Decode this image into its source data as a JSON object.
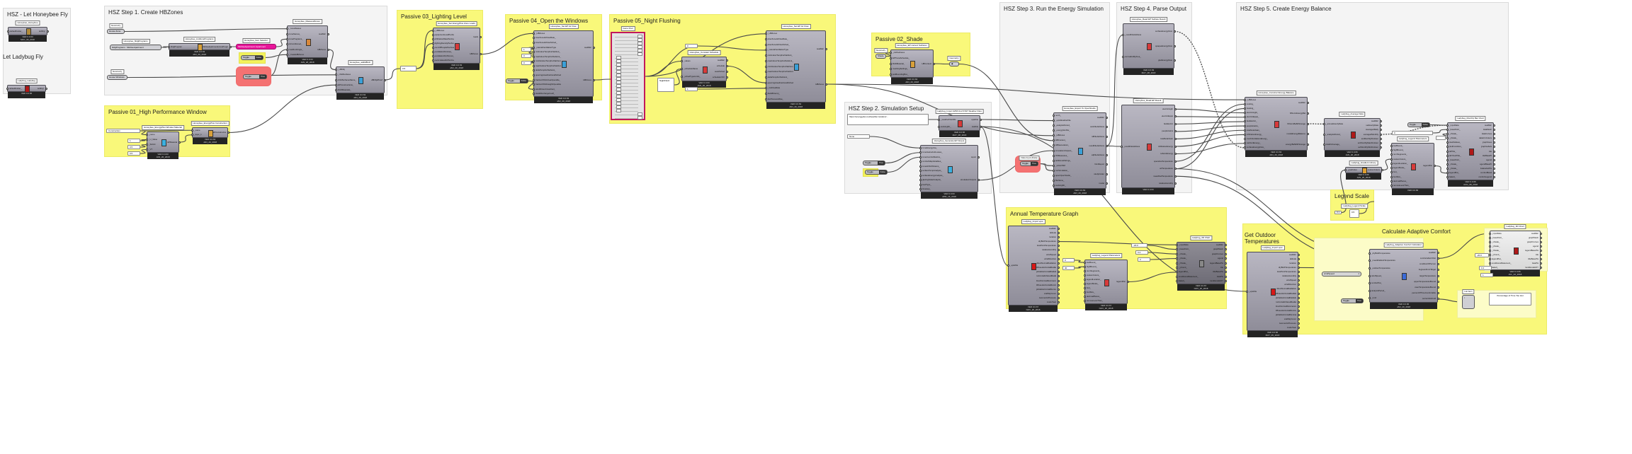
{
  "groups": [
    {
      "title": "HSZ - Let Honeybee Fly",
      "style": "grey"
    },
    {
      "title": "Let Ladybug Fly",
      "style": "none"
    },
    {
      "title": "HSZ Step 1. Create HBZones",
      "style": "grey"
    },
    {
      "title": "Passive 01_High Performance Window",
      "style": "yellow"
    },
    {
      "title": "Passive 03_Lighting Level",
      "style": "yellow"
    },
    {
      "title": "Passive 04_Open the Windows",
      "style": "yellow"
    },
    {
      "title": "Passive 05_Night Flushing",
      "style": "yellow"
    },
    {
      "title": "Passive 02_Shade",
      "style": "yellow"
    },
    {
      "title": "HSZ Step 2. Simulation Setup",
      "style": "grey"
    },
    {
      "title": "HSZ Step 3. Run the Energy Simulation",
      "style": "grey"
    },
    {
      "title": "HSZ Step 4. Parse Output",
      "style": "grey"
    },
    {
      "title": "HSZ Step 5. Create Energy Balance",
      "style": "grey"
    },
    {
      "title": "Legend Scale",
      "style": "yellow"
    },
    {
      "title": "Annual Temperature Graph",
      "style": "yellow"
    },
    {
      "title": "Calculate Adaptive Comfort",
      "style": "yellow"
    },
    {
      "title": "Get Outdoor Temperatures",
      "style": "none"
    }
  ],
  "components": [
    {
      "name": "Honeybee_Honeybee",
      "inputs": [
        "defaultFolder_"
      ],
      "outputs": [
        "letItFly!"
      ],
      "footer": [
        "VER 0.0.63",
        "MAY_30_2018"
      ],
      "icon_color": "#b08a3a"
    },
    {
      "name": "Ladybug_Ladybug",
      "inputs": [
        "defaultFolder_"
      ],
      "outputs": [
        "letItFly!"
      ],
      "footer": [
        "VER 0.0.66"
      ],
      "icon_color": "#b01818"
    },
    {
      "name": "Honeybee_Masses2Zones",
      "inputs": [
        "_zoneMasses",
        "zoneNames_",
        "zonePrograms_",
        "isConditioned_",
        "maxRoofAngle_",
        "_createHBZones"
      ],
      "outputs": [
        "readMe!",
        "HBZones"
      ],
      "footer": [
        "VER 0.0.63",
        "JAN_20_2018"
      ],
      "icon_color": "#d8883a"
    },
    {
      "name": "Honeybee_addHBGlz",
      "inputs": [
        "_HBObj",
        "_childSurfaces",
        "childSurfacesName_",
        "EPConstructions_",
        "RADMaterials_"
      ],
      "outputs": [
        "HBObjWGLZ"
      ],
      "footer": [
        "VER 0.0.63",
        "JAN_20_2018"
      ],
      "icon_color": "#3aa0d8"
    },
    {
      "name": "Honeybee_ListZonePrograms",
      "inputs": [
        "bldgProgram"
      ],
      "outputs": [
        "MidriseApartment(zonePrograms)"
      ],
      "footer": [
        "VER 0.0.63",
        "JAN_20_2018"
      ],
      "icon_color": "#d8a03a"
    },
    {
      "name": "Honeybee_EnergyPlus Window Material",
      "inputs": [
        "_name",
        "_U_Value",
        "_SHGC",
        "_VT"
      ],
      "outputs": [
        "EPMaterial"
      ],
      "footer": [
        "VER 0.0.63",
        "JAN_20_2018"
      ],
      "icon_color": "#3ab0e0"
    },
    {
      "name": "Honeybee_EnergyPlus Construction",
      "inputs": [
        "_name",
        "_layer_1"
      ],
      "outputs": [
        "EPConstruction"
      ],
      "footer": [
        "VER 0.0.63",
        "JAN_20_2018"
      ],
      "icon_color": "#d8a03a"
    },
    {
      "name": "Honeybee_Set EnergyPlus Zone Loads",
      "inputs": [
        "_HBZones",
        "equipmentLoadPerArea_",
        "infiltrationRatePerArea_",
        "lightingDensityPerArea_",
        "numOfPeoplePerArea_",
        "ventilationPerArea_",
        "ventilationPerPerson_",
        "recirculatedAirPerArea_"
      ],
      "outputs": [
        "loads",
        "HBZones"
      ],
      "footer": [
        "VER 0.0.63",
        "JAN_20_2018"
      ],
      "icon_color": "#d83a3a"
    },
    {
      "name": "Honeybee_Set EP Air Flow",
      "inputs": [
        "_HBZones",
        "interZoneAirFlowRate_",
        "interZoneAirFlowSched_",
        "_naturalVentilationType",
        "minIndoorTempForNatVent_",
        "maxIndoorTempForNatVent_",
        "minOutdoorTempForNatVent_",
        "maxOutdoorTempForNatVent_",
        "deltaTempForNatVent_",
        "openingAreaFractionalSched_",
        "fractionOfGlzAreaOperable_",
        "fractionOfGlzHeightOperable_",
        "windDrivenCrossVent_",
        "stackDischargeCoeff_"
      ],
      "outputs": [
        "readMe!",
        "HBZones"
      ],
      "footer": [
        "VER 0.0.63",
        "JAN_20_2018"
      ],
      "icon_color": "#3aa0d8"
    },
    {
      "name": "Honeybee_Constant Schedule",
      "inputs": [
        "_values",
        "_scheduleName",
        "_schedTypeLimits_"
      ],
      "outputs": [
        "readMe!",
        "schedule",
        "weekSched",
        "scheduleCSV"
      ],
      "footer": [
        "VER 0.0.63",
        "JAN_20_2018"
      ],
      "icon_color": "#d83a3a"
    },
    {
      "name": "Honeybee_Set EP Air Flow",
      "inputs": [
        "_HBZones",
        "interZoneAirFlowRate_",
        "interZoneAirFlowSched_",
        "_naturalVentilationType",
        "minIndoorTempForNatVent_",
        "maxIndoorTempForNatVent_",
        "minOutdoorTempForNatVent_",
        "maxOutdoorTempForNatVent_",
        "deltaTempForNatVent_",
        "openingAreaFractionalSched_",
        "_fanFlowRate",
        "fanEfficiency_",
        "fanPressureRise_"
      ],
      "outputs": [
        "readMe!",
        "HBZones"
      ],
      "footer": [
        "VER 0.0.63",
        "JAN_20_2018"
      ],
      "icon_color": "#3aa0d8"
    },
    {
      "name": "Honeybee_EP context Surfaces",
      "inputs": [
        "_shdSurfaces",
        "EPTransSchedule_",
        "RADMaterial_",
        "meshingSettings_",
        "justBoundingBox_"
      ],
      "outputs": [
        "HBContext"
      ],
      "footer": [
        "VER 0.0.63",
        "JAN_20_2018"
      ],
      "icon_color": "#d8a03a"
    },
    {
      "name": "Ladybug_Import EPW And STAT Weather Files",
      "inputs": [
        "_weatherFileURL",
        "workingDir_"
      ],
      "outputs": [
        "epwFile",
        "statFile"
      ],
      "footer": [
        "VER 0.0.66",
        "MAY_08_2018"
      ],
      "icon_color": "#d83a3a"
    },
    {
      "name": "Honeybee_Generate EP Output",
      "inputs": [
        "zoneEnergyUse_",
        "zoneGainsAndLosses_",
        "zoneComfortMetrics_",
        "comfortMapVariables_",
        "zoneHVACParams_",
        "surfaceTempAnalysis_",
        "surfaceEnergyAnalysis_",
        "glazingSolarAnalysis_",
        "loadType_",
        "timestep_"
      ],
      "outputs": [
        "report",
        "simulationOutputs"
      ],
      "footer": [
        "VER 0.0.63",
        "APR_16_2018"
      ],
      "icon_color": "#3ab0e0"
    },
    {
      "name": "Honeybee_Export To OpenStudio",
      "inputs": [
        "north_",
        "_epwWeatherFile",
        "_analysisPeriod_",
        "_energySimPar_",
        "_HBZones",
        "HBContext_",
        "HBGenerators_",
        "simulationOutputs_",
        "OSMeasures_",
        "additionalStrings_",
        "_writeOSM",
        "runSimulation_",
        "openOpenStudio_",
        "fileName_",
        "workingDir_"
      ],
      "outputs": [
        "readMe!",
        "osmFileAddress",
        "idfFileAddress",
        "resultFileAddress",
        "sqlFileAddress",
        "htmlReport",
        "studyFolder",
        "model"
      ],
      "footer": [
        "VER 0.0.63",
        "JAN_20_2018"
      ],
      "icon_color": "#3aa0d8"
    },
    {
      "name": "Honeybee_Read EP Surface Result",
      "inputs": [
        "_resultFileAddress",
        "normalizeByArea_"
      ],
      "outputs": [
        "surfaceEnergyFlow",
        "opaqueEnergyFlow",
        "glazEnergyFlow"
      ],
      "footer": [
        "VER 0.0.63",
        "MAY_08_2018"
      ],
      "icon_color": "#d83a3a"
    },
    {
      "name": "Honeybee_Read EP Result",
      "inputs": [
        "_resultFileAddress"
      ],
      "outputs": [
        "electricLight",
        "electricEquip",
        "fanElectric",
        "peopleGains",
        "totalSolarGain",
        "infiltrationEnergy",
        "natVentEnergy",
        "operativeTemperature",
        "airTemperature",
        "meanRadTemperature",
        "relativeHumidity"
      ],
      "footer": [
        "VER 0.0.63"
      ],
      "icon_color": "#d83a3a"
    },
    {
      "name": "Honeybee_Construct Energy Balance",
      "inputs": [
        "_HBZones",
        "cooling_",
        "heating_",
        "electricLight_",
        "electricEquip_",
        "fanElectric_",
        "peopleGains_",
        "totalSolarGain_",
        "infiltrationEnergy_",
        "mechVentilationEnergy_",
        "natVentEnergy_",
        "surfaceEnergyFlow_"
      ],
      "outputs": [
        "readMe!",
        "flrNormEnergyBal",
        "flrNormBalWStorage",
        "modelEnergyBalance",
        "energyBalWithStorage"
      ],
      "footer": [
        "VER 0.0.63",
        "JAN_20_2018"
      ],
      "icon_color": "#d83a3a"
    },
    {
      "name": "Ladybug_Average Data",
      "inputs": [
        "_annualHourlyData",
        "_analysisPeriod_",
        "totalOrAverage_"
      ],
      "outputs": [
        "readMe!",
        "selHourlyData",
        "averagedDaily",
        "averagedMonthly",
        "avrMonthlyPerHour",
        "avrMonthlyMaxPerHour",
        "avrMonthlyMinPerHour"
      ],
      "footer": [
        "VER 0.0.66",
        "JAN_20_2018"
      ],
      "icon_color": "#b01818"
    },
    {
      "name": "Ladybug_Gradient Library",
      "inputs": [
        "_gradIndex"
      ],
      "outputs": [
        "customColors"
      ],
      "footer": [
        "VER 0.0.66",
        "JAN_20_2018"
      ],
      "icon_color": "#e0a030"
    },
    {
      "name": "Ladybug_Legend Parameters",
      "inputs": [
        "lowBound_",
        "highBound_",
        "numSegments_",
        "customColors_",
        "legendLocation_",
        "legendScale_",
        "font_",
        "fontSize_",
        "decimalPlaces_",
        "removeLessThan_"
      ],
      "outputs": [
        "legendPar"
      ],
      "footer": [
        "VER 0.0.66"
      ],
      "icon_color": "#d83a3a"
    },
    {
      "name": "Ladybug_Monthly Bar Chart",
      "inputs": [
        "_inputData",
        "_basePoint_",
        "_xScale_",
        "_yScale_",
        "stackValues_",
        "plotFromZero_",
        "altTitle_",
        "altYAxisTitle_",
        "_basePoint_",
        "_xScale_",
        "_yScale_",
        "legendPar_",
        "bakeIt_"
      ],
      "outputs": [
        "readMe!",
        "dataMesh",
        "dataCurves",
        "dataCrvColors",
        "graphAxes",
        "graphLabels",
        "title",
        "titleBasePt",
        "legend",
        "legendBasePt",
        "dataLabelPts",
        "comfortBand",
        "comfortLegend"
      ],
      "footer": [
        "VER 0.0.66",
        "AUG_08_2018"
      ],
      "icon_color": "#b01818"
    },
    {
      "name": "Ladybug_Import epw",
      "inputs": [
        "_epwFile"
      ],
      "outputs": [
        "readMe!",
        "latitude",
        "location",
        "dryBulbTemperature",
        "dewPointTemperature",
        "relativeHumidity",
        "windSpeed",
        "windDirection",
        "directNormalRadiation",
        "diffuseHorizontalRadiation",
        "globalHorizontalRadiation",
        "horizontalInfraredRadiation",
        "directNormalIlluminance",
        "diffuseHorizontalIlluminance",
        "globalHorizontalIlluminance",
        "totalSkyCover",
        "barometricPressure",
        "modelYear"
      ],
      "footer": [
        "VER 0.0.67",
        "NOV_20_2018"
      ],
      "icon_color": "#d81818"
    },
    {
      "name": "Ladybug_Legend Parameters",
      "inputs": [
        "lowBound_",
        "highBound_",
        "numSegments_",
        "customColors_",
        "legendLocation_",
        "legendScale_",
        "font_",
        "fontSize_",
        "decimalPlaces_",
        "removeLessThan_"
      ],
      "outputs": [
        "legendPar"
      ],
      "footer": [
        "VER 0.0.67",
        "NOV_20_2018"
      ],
      "icon_color": "#d83a3a"
    },
    {
      "name": "Ladybug_3D Chart",
      "inputs": [
        "_inputData",
        "_basePoint_",
        "_xScale_",
        "_yScale_",
        "_zScale_",
        "_yCount_",
        "legendPar_",
        "conditionalStatement_",
        "bakeIt_"
      ],
      "outputs": [
        "readMe!",
        "graphMesh",
        "graphCurves",
        "legend",
        "legendBasePts",
        "title",
        "titleBasePts",
        "dataPts",
        "conditionalHOY"
      ],
      "footer": [
        "VER 0.0.67",
        "NOV_20_2018"
      ],
      "icon_color": "#888888"
    },
    {
      "name": "Ladybug_Import epw",
      "inputs": [
        "_epwFile"
      ],
      "outputs": [
        "readMe!",
        "latitude",
        "location",
        "dryBulbTemperature",
        "dewPointTemperature",
        "relativeHumidity",
        "windSpeed",
        "windDirection",
        "directNormalRadiation",
        "diffuseHorizontalRadiation",
        "globalHorizontalRadiation",
        "horizontalInfraredRadiation",
        "directNormalIlluminance",
        "diffuseHorizontalIlluminance",
        "globalHorizontalIlluminance",
        "totalSkyCover",
        "barometricPressure",
        "modelYear"
      ],
      "footer": [
        "VER 0.0.66",
        "MAY_05_2018"
      ],
      "icon_color": "#d81818"
    },
    {
      "name": "Ladybug_Adaptive Comfort Calculator",
      "inputs": [
        "_dryBulbTemperature",
        "_meanRadiantTemperature",
        "_outdoorTemperature",
        "windSpeed_",
        "comfortPar_",
        "analysisPeriod_",
        "_runIt"
      ],
      "outputs": [
        "readMe!",
        "comfortableOrNot",
        "conditionOfPerson",
        "degreesFromTarget",
        "targetTemperature",
        "upperTemperatureBound",
        "lowerTemperatureBound",
        "percentOfTimeComfortable",
        "percentHotCold"
      ],
      "footer": [
        "VER 0.0.66",
        "JAN_20_2018"
      ],
      "icon_color": "#3a6ad8"
    },
    {
      "name": "Ladybug_3D Chart",
      "inputs": [
        "_inputData",
        "_basePoint_",
        "_xScale_",
        "_yScale_",
        "_zScale_",
        "_yCount_",
        "legendPar_",
        "conditionalStatement_",
        "bakeIt_"
      ],
      "outputs": [
        "readMe!",
        "graphMesh",
        "graphCurves",
        "legend",
        "legendBasePts",
        "title",
        "titleBasePts",
        "dataPts",
        "conditionalHOY"
      ],
      "footer": [
        "VER 0.0.66",
        "JUL_22_2018"
      ],
      "icon_color": "#b01818"
    }
  ],
  "params": [
    {
      "tag": "Geometry",
      "text": "House Zone",
      "kind": "param"
    },
    {
      "tag": "Geometry",
      "text": "House Windows",
      "kind": "param"
    },
    {
      "tag": "Honeybee_bldgPrograms",
      "text": "bldgPrograms : MidriseApartment",
      "kind": "param"
    },
    {
      "tag": "Honeybee_Item Selector",
      "text": "MidriseApartment::Apartment",
      "kind": "pink"
    },
    {
      "tag": "",
      "text": "Toggle",
      "value": "False",
      "kind": "toggle"
    },
    {
      "tag": "",
      "text": "Toggle",
      "value": "True",
      "kind": "toggle"
    },
    {
      "tag": "",
      "text": "0.5",
      "kind": "panel"
    },
    {
      "tag": "",
      "text": "Construction",
      "kind": "panel"
    },
    {
      "tag": "",
      "text": "1",
      "kind": "panel"
    },
    {
      "tag": "",
      "text": "0.5",
      "kind": "panel"
    },
    {
      "tag": "",
      "text": "0.5",
      "kind": "panel"
    },
    {
      "tag": "",
      "text": "1",
      "kind": "panel"
    },
    {
      "tag": "",
      "text": "0",
      "kind": "panel"
    },
    {
      "tag": "",
      "text": "0",
      "kind": "panel"
    },
    {
      "tag": "",
      "text": "Toggle",
      "value": "False",
      "kind": "toggle"
    },
    {
      "tag": "",
      "text": "0",
      "kind": "panel"
    },
    {
      "tag": "",
      "text": "NightFlush",
      "kind": "panel"
    },
    {
      "tag": "",
      "text": "1",
      "kind": "panel"
    },
    {
      "tag": "Geometry",
      "text": "Shade",
      "kind": "param"
    },
    {
      "tag": "Geometry",
      "text": "◉",
      "kind": "param"
    },
    {
      "tag": "",
      "text": "https://energyplus.net/weather-location/...",
      "kind": "panel"
    },
    {
      "tag": "",
      "text": "None",
      "kind": "panel"
    },
    {
      "tag": "",
      "text": "Toggle",
      "value": "True",
      "kind": "toggle"
    },
    {
      "tag": "",
      "text": "Toggle",
      "value": "False",
      "kind": "toggle"
    },
    {
      "tag": "Data Input (Data)",
      "text": "Toggle",
      "value": "True",
      "kind": "toggle"
    },
    {
      "tag": "",
      "text": "Toggle",
      "value": "False",
      "kind": "toggle"
    },
    {
      "tag": "",
      "text": "0",
      "kind": "panel"
    },
    {
      "tag": "",
      "text": "",
      "kind": "panel"
    },
    {
      "tag": "",
      "text": "0.1",
      "kind": "panel"
    },
    {
      "tag": "",
      "text": "-20.0",
      "kind": "panel"
    },
    {
      "tag": "",
      "text": "0.4",
      "kind": "panel"
    },
    {
      "tag": "",
      "text": "2",
      "kind": "panel"
    },
    {
      "tag": "",
      "text": "0",
      "kind": "panel"
    },
    {
      "tag": "",
      "text": "40",
      "kind": "panel"
    },
    {
      "tag": "",
      "text": "windSpeed",
      "value": "1",
      "kind": "slider"
    },
    {
      "tag": "",
      "text": "Toggle",
      "value": "True",
      "kind": "toggle"
    },
    {
      "tag": "",
      "text": "-20.0",
      "kind": "panel"
    },
    {
      "tag": "",
      "text": "0.4",
      "kind": "panel"
    },
    {
      "tag": "",
      "text": "1",
      "kind": "panel"
    },
    {
      "tag": "List Item",
      "text": "i",
      "kind": "param"
    },
    {
      "tag": "",
      "text": "Percentage of Time Too Hot",
      "kind": "panel"
    },
    {
      "tag": "Gene Pool",
      "text": "",
      "kind": "genepool"
    },
    {
      "tag": "Ladybug_Legend Scale",
      "text": "0.5",
      "kind": "panel"
    }
  ],
  "colors": {
    "canvas": "#ffffff",
    "group_grey": "#f4f4f4",
    "group_yellow": "#f9f87a",
    "highlight_red": "#f47272",
    "gene_pool_border": "#c2185b",
    "item_selector": "#e8169a"
  }
}
